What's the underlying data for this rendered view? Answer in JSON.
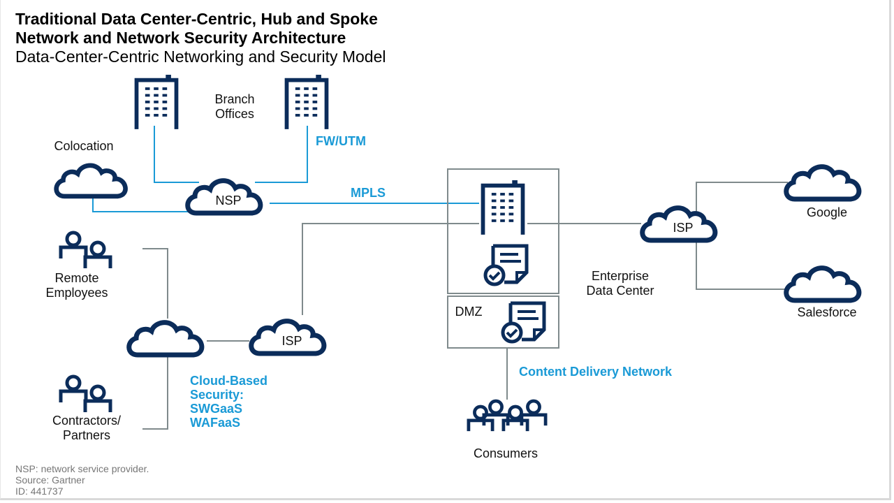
{
  "title_line1": "Traditional Data Center-Centric, Hub and Spoke",
  "title_line2": "Network and Network Security Architecture",
  "subtitle": "Data-Center-Centric Networking and Security Model",
  "colors": {
    "icon_navy": "#0b2c5a",
    "accent_blue": "#1a9ad6",
    "line_gray": "#7f8a8c"
  },
  "nodes": {
    "branch_offices": "Branch Offices",
    "branch_offices_line1": "Branch",
    "branch_offices_line2": "Offices",
    "colocation": "Colocation",
    "nsp": "NSP",
    "isp_dc": "ISP",
    "isp_users": "ISP",
    "google": "Google",
    "salesforce": "Salesforce",
    "enterprise_dc_line1": "Enterprise",
    "enterprise_dc_line2": "Data Center",
    "dmz": "DMZ",
    "remote_employees_line1": "Remote",
    "remote_employees_line2": "Employees",
    "contractors_line1": "Contractors/",
    "contractors_line2": "Partners",
    "consumers": "Consumers"
  },
  "annotations": {
    "fw_utm": "FW/UTM",
    "mpls": "MPLS",
    "cloud_security_line1": "Cloud-Based",
    "cloud_security_line2": "Security:",
    "cloud_security_line3": "SWGaaS",
    "cloud_security_line4": "WAFaaS",
    "cdn": "Content Delivery Network"
  },
  "footnotes": {
    "nsp_def": "NSP: network service provider.",
    "source": "Source: Gartner",
    "id": "ID: 441737"
  }
}
